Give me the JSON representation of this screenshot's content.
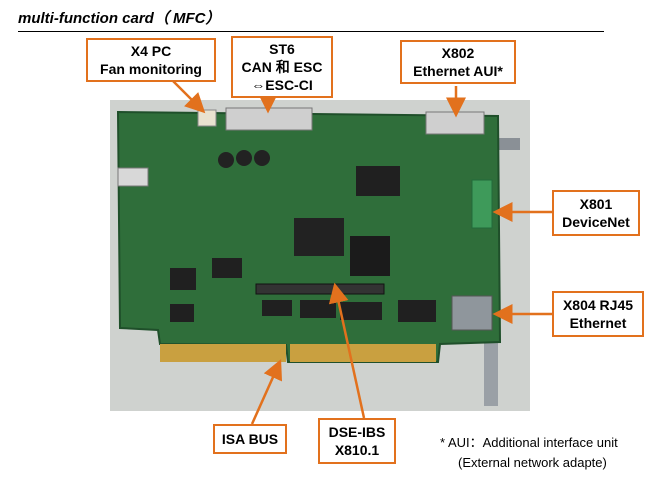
{
  "title": "multi-function card（ MFC）",
  "labels": {
    "x4": {
      "line1": "X4 PC",
      "line2": "Fan monitoring"
    },
    "st6": {
      "line1": "ST6",
      "line2": "CAN 和 ESC",
      "line3": "⇔ESC-CI"
    },
    "x802": {
      "line1": "X802",
      "line2": "Ethernet AUI*"
    },
    "x801": {
      "line1": "X801",
      "line2": "DeviceNet"
    },
    "x804": {
      "line1": "X804 RJ45",
      "line2": "Ethernet"
    },
    "isa": {
      "line1": "ISA BUS"
    },
    "dse": {
      "line1": "DSE-IBS",
      "line2": "X810.1"
    }
  },
  "footnote": {
    "line1": "* AUI：Additional interface unit",
    "line2": "(External network adapte)"
  },
  "colors": {
    "callout": "#e2711d",
    "pcb_green": "#2f6e3a",
    "pcb_dark": "#1f4f2a",
    "gold": "#c9a040",
    "bracket": "#9aa0a6",
    "background_photo": "#cfd2cf"
  }
}
